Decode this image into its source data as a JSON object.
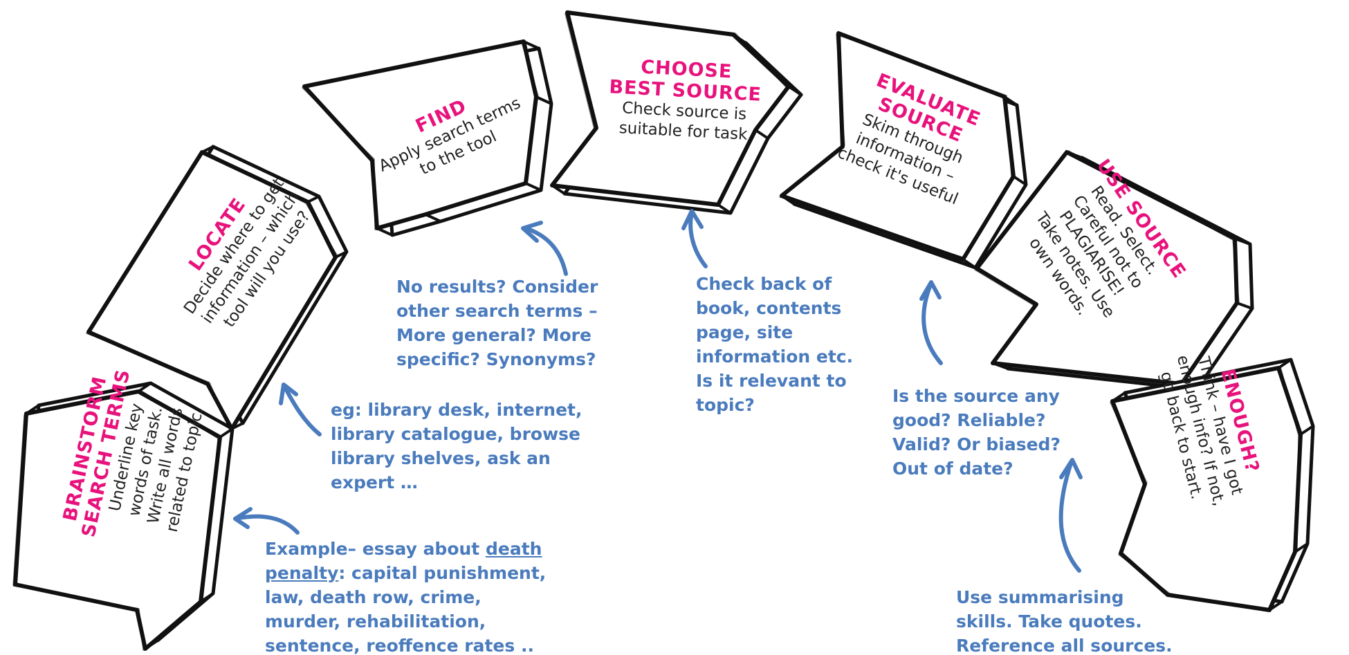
{
  "colors": {
    "title": "#e8127c",
    "body": "#222222",
    "note": "#4a7bbd",
    "outline": "#111111"
  },
  "cards": [
    {
      "id": "brainstorm",
      "title": "BRAINSTORM\nSEARCH TERMS",
      "body": "Underline key\nwords of task.\nWrite all words\nrelated to topic."
    },
    {
      "id": "locate",
      "title": "LOCATE",
      "body": "Decide where to get\ninformation – which\ntool will you use?"
    },
    {
      "id": "find",
      "title": "FIND",
      "body": "Apply search terms\nto the tool"
    },
    {
      "id": "choose",
      "title": "CHOOSE\nBEST SOURCE",
      "body": "Check source is\nsuitable for task"
    },
    {
      "id": "evaluate",
      "title": "EVALUATE\nSOURCE",
      "body": "Skim through\ninformation –\ncheck it's useful"
    },
    {
      "id": "use",
      "title": "USE SOURCE",
      "body": "Read. Select.\nCareful not to\nPLAGIARISE!\nTake notes. Use\nown words."
    },
    {
      "id": "enough",
      "title": "ENOUGH?",
      "body": "Think – have I got\nenough info? If not,\ngo back to start."
    }
  ],
  "notes": {
    "brainstorm": {
      "prefix": "Example– essay about ",
      "underlined": "death\npenalty",
      "rest": ": capital punishment,\nlaw, death row, crime,\nmurder, rehabilitation,\nsentence, reoffence rates .."
    },
    "locate": "eg: library desk, internet,\nlibrary catalogue, browse\nlibrary shelves, ask an\nexpert …",
    "find": "No results?  Consider\nother search terms –\nMore general? More\nspecific? Synonyms?",
    "choose": "Check back of\nbook, contents\npage, site\ninformation etc.\nIs it relevant to\ntopic?",
    "evaluate": "Is the source any\ngood?  Reliable?\nValid?   Or biased?\nOut of date?",
    "use": "Use summarising\nskills.  Take quotes.\nReference all sources."
  }
}
